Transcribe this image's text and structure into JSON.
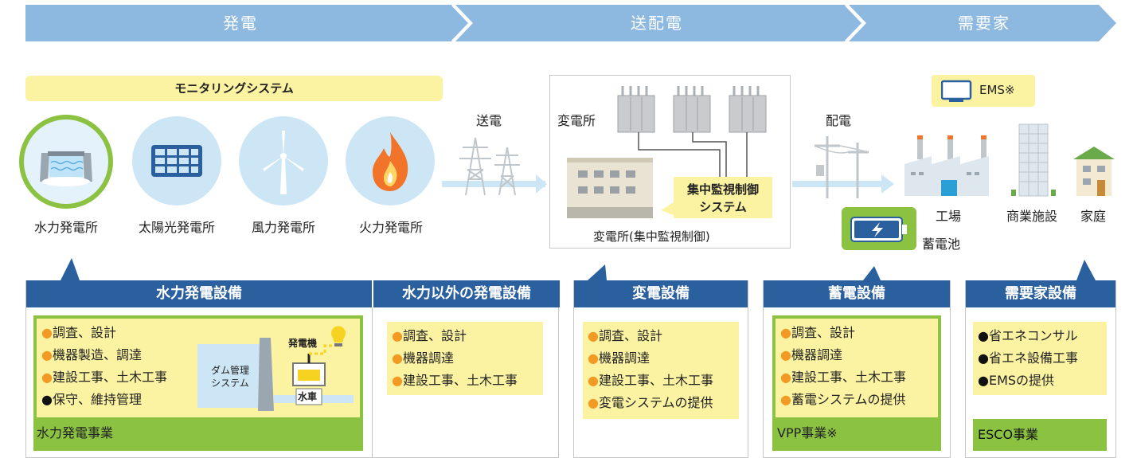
{
  "flow": {
    "stage1": "発電",
    "stage2": "送配電",
    "stage3": "需要家"
  },
  "monitoring": "モニタリングシステム",
  "plants": {
    "hydro": "水力発電所",
    "solar": "太陽光発電所",
    "wind": "風力発電所",
    "thermal": "火力発電所"
  },
  "transmission": "送電",
  "substation": {
    "label": "変電所",
    "caption": "変電所(集中監視制御)",
    "callout_line1": "集中監視制御",
    "callout_line2": "システム"
  },
  "distribution": "配電",
  "ems": "EMS※",
  "consumers": {
    "factory": "工場",
    "commercial": "商業施設",
    "home": "家庭"
  },
  "battery": "蓄電池",
  "cards": {
    "hydro": {
      "title": "水力発電設備",
      "items": [
        "●調査、設計",
        "●機器製造、調達",
        "●建設工事、土木工事",
        "●保守、維持管理"
      ],
      "business": "●水力発電事業",
      "dam_line1": "ダム管理",
      "dam_line2": "システム",
      "generator": "発電機",
      "waterwheel": "水車"
    },
    "other": {
      "title": "水力以外の発電設備",
      "items": [
        "●調査、設計",
        "●機器調達",
        "●建設工事、土木工事"
      ]
    },
    "substation": {
      "title": "変電設備",
      "items": [
        "●調査、設計",
        "●機器調達",
        "●建設工事、土木工事",
        "●変電システムの提供"
      ]
    },
    "storage": {
      "title": "蓄電設備",
      "items": [
        "●調査、設計",
        "●機器調達",
        "●建設工事、土木工事",
        "●蓄電システムの提供"
      ],
      "business": "●VPP事業※"
    },
    "consumer": {
      "title": "需要家設備",
      "items": [
        "●省エネコンサル",
        "●省エネ設備工事",
        "●EMSの提供"
      ],
      "business": "●ESCO事業"
    }
  },
  "colors": {
    "chevron": "#8db8e0",
    "card_header": "#2a609e",
    "yellow": "#fbf3a1",
    "green": "#8cc241",
    "orange_bullet": "#f39a25"
  }
}
